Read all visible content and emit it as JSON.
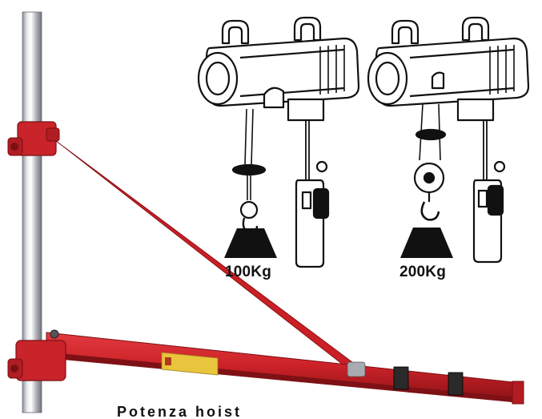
{
  "labels": {
    "left_capacity": "100Kg",
    "right_capacity": "200Kg",
    "bottom_caption": "Potenza hoist"
  },
  "colors": {
    "arm_red": "#d0262b",
    "arm_dark": "#9e161b",
    "pole_silver": "#c8ccd0",
    "hoist_outline": "#111111",
    "weight_black": "#111111",
    "sticker_yellow": "#e8c53c"
  },
  "icons": [
    "electric-hoist-icon",
    "pulley-hook-icon",
    "weight-block-icon",
    "swing-arm-icon"
  ]
}
